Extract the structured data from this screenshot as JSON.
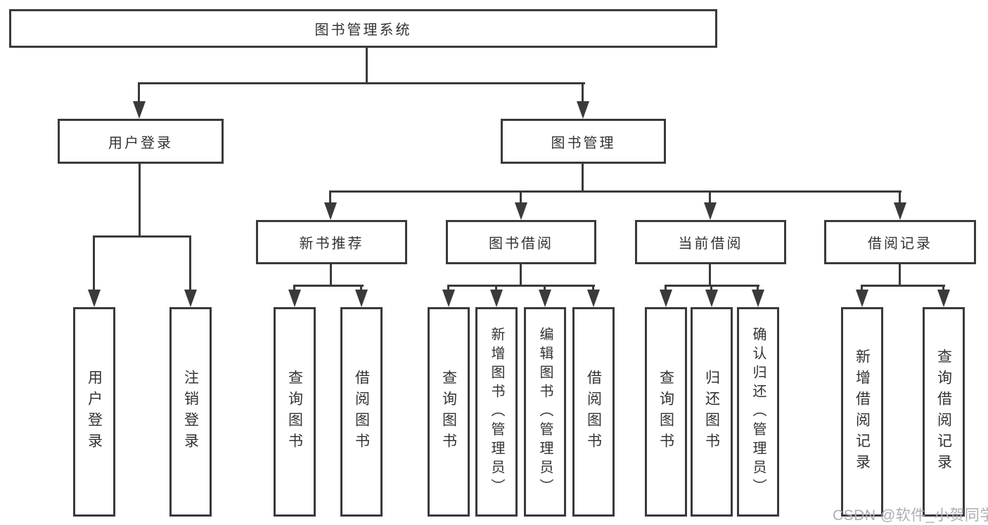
{
  "diagram": {
    "title": "图书管理系统",
    "type": "hierarchy-tree",
    "tree": {
      "root": {
        "label": "图书管理系统"
      },
      "branches": [
        {
          "label": "用户登录",
          "children": [
            {
              "label": "用户登录"
            },
            {
              "label": "注销登录"
            }
          ]
        },
        {
          "label": "图书管理",
          "children": [
            {
              "label": "新书推荐",
              "children": [
                {
                  "label": "查询图书"
                },
                {
                  "label": "借阅图书"
                }
              ]
            },
            {
              "label": "图书借阅",
              "children": [
                {
                  "label": "查询图书"
                },
                {
                  "label": "新增图书（管理员）"
                },
                {
                  "label": "编辑图书（管理员）"
                },
                {
                  "label": "借阅图书"
                }
              ]
            },
            {
              "label": "当前借阅",
              "children": [
                {
                  "label": "查询图书"
                },
                {
                  "label": "归还图书"
                },
                {
                  "label": "确认归还（管理员）"
                }
              ]
            },
            {
              "label": "借阅记录",
              "children": [
                {
                  "label": "新增借阅记录"
                },
                {
                  "label": "查询借阅记录"
                }
              ]
            }
          ]
        }
      ]
    }
  },
  "watermark": {
    "text": "CSDN @软件_小贺同学"
  },
  "colors": {
    "line": "#3a3a3a",
    "text": "#333333",
    "watermark": "#aeaeae",
    "background": "#ffffff"
  }
}
